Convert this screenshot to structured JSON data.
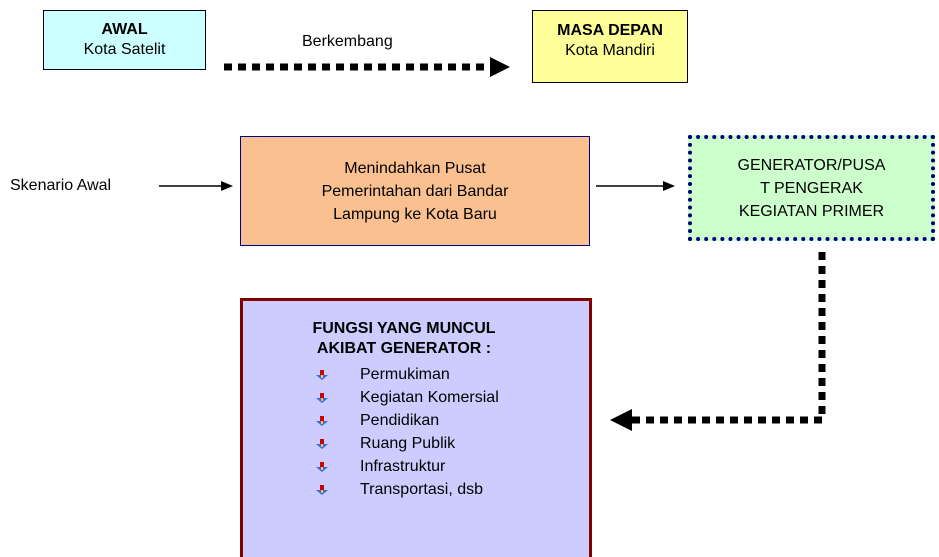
{
  "top_left": {
    "title": "AWAL",
    "subtitle": "Kota Satelit"
  },
  "top_right": {
    "title": "MASA DEPAN",
    "subtitle": "Kota Mandiri"
  },
  "top_arrow_label": "Berkembang",
  "scenario_label": "Skenario Awal",
  "center_box": {
    "lines": [
      "Menindahkan Pusat",
      "Pemerintahan dari Bandar",
      "Lampung ke Kota Baru"
    ]
  },
  "generator_box": {
    "lines": [
      "GENERATOR/PUSA",
      "T PENGERAK",
      "KEGIATAN PRIMER"
    ]
  },
  "fungsi_box": {
    "title_lines": [
      "FUNGSI YANG MUNCUL",
      "AKIBAT GENERATOR :"
    ],
    "items": [
      "Permukiman",
      "Kegiatan Komersial",
      "Pendidikan",
      "Ruang Publik",
      "Infrastruktur",
      "Transportasi, dsb"
    ]
  },
  "colors": {
    "awal_fill": "#ccffff",
    "masa_fill": "#ffff99",
    "center_fill": "#fac090",
    "generator_fill": "#ccffcc",
    "fungsi_fill": "#ccccff",
    "fungsi_border": "#800000",
    "generator_border": "#000080"
  }
}
